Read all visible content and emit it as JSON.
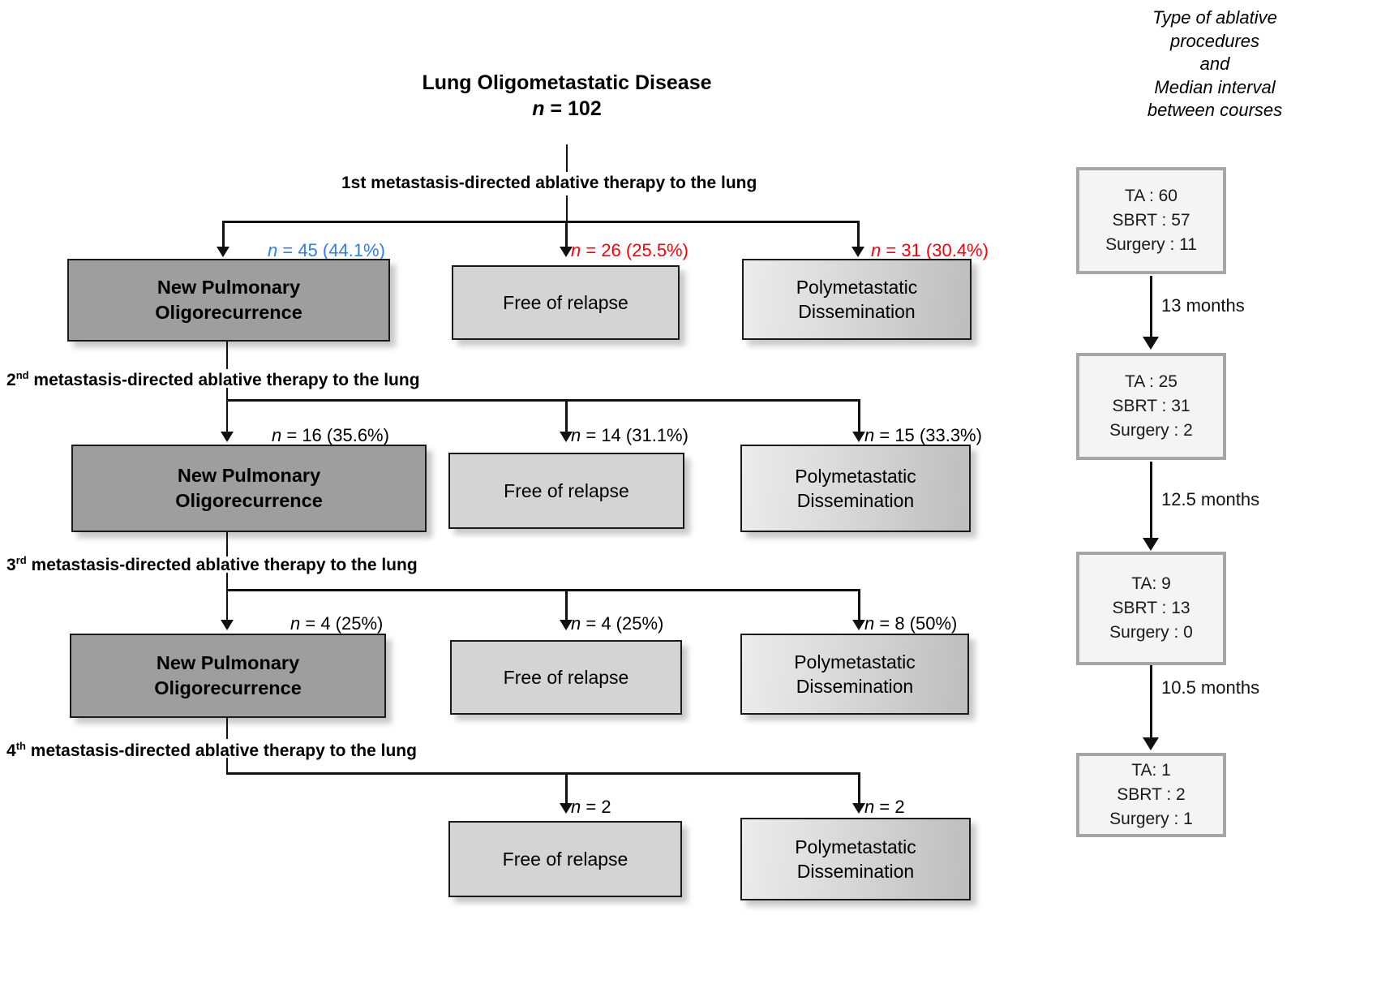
{
  "diagram": {
    "title_line1": "Lung Oligometastatic Disease",
    "title_line2_n": "n",
    "title_line2_rest": " = 102",
    "steps": [
      {
        "ordinal": "1st",
        "sup": "",
        "text": "metastasis-directed  ablative  therapy to the lung",
        "full": "1st metastasis-directed  ablative  therapy to the lung"
      },
      {
        "ordinal": "2",
        "sup": "nd",
        "text": " metastasis-directed ablative therapy to the lung",
        "full": "2nd metastasis-directed ablative therapy to the lung"
      },
      {
        "ordinal": "3",
        "sup": "rd",
        "text": " metastasis-directed ablative  therapy to the lung",
        "full": "3rd metastasis-directed ablative therapy to the lung"
      },
      {
        "ordinal": "4",
        "sup": "th",
        "text": " metastasis-directed ablative  therapy to the lung",
        "full": "4th metastasis-directed ablative therapy to the lung"
      }
    ],
    "rows": [
      {
        "row_id": "row-1",
        "labels": [
          {
            "n": "n",
            "value": " = 45 (44.1%)",
            "color": "#2f7fe8"
          },
          {
            "n": "n",
            "value": " = 26 (25.5%)",
            "color": "#fb0007"
          },
          {
            "n": "n",
            "value": " = 31 (30.4%)",
            "color": "#fb0007"
          }
        ],
        "boxes": [
          {
            "kind": "dark",
            "line1": "New Pulmonary",
            "line2": "Oligorecurrence"
          },
          {
            "kind": "light",
            "line1": "Free of relapse",
            "line2": ""
          },
          {
            "kind": "grad",
            "line1": "Polymetastatic",
            "line2": "Dissemination"
          }
        ]
      },
      {
        "row_id": "row-2",
        "labels": [
          {
            "n": "n",
            "value": " = 16 (35.6%)",
            "color": "#000000"
          },
          {
            "n": "n",
            "value": " = 14 (31.1%)",
            "color": "#000000"
          },
          {
            "n": "n",
            "value": " = 15 (33.3%)",
            "color": "#000000"
          }
        ],
        "boxes": [
          {
            "kind": "dark",
            "line1": "New Pulmonary",
            "line2": "Oligorecurrence"
          },
          {
            "kind": "light",
            "line1": "Free of relapse",
            "line2": ""
          },
          {
            "kind": "grad",
            "line1": "Polymetastatic",
            "line2": "Dissemination"
          }
        ]
      },
      {
        "row_id": "row-3",
        "labels": [
          {
            "n": "n",
            "value": " = 4 (25%)",
            "color": "#000000"
          },
          {
            "n": "n",
            "value": " = 4 (25%)",
            "color": "#000000"
          },
          {
            "n": "n",
            "value": " = 8 (50%)",
            "color": "#000000"
          }
        ],
        "boxes": [
          {
            "kind": "dark",
            "line1": "New Pulmonary",
            "line2": "Oligorecurrence"
          },
          {
            "kind": "light",
            "line1": "Free of relapse",
            "line2": ""
          },
          {
            "kind": "grad",
            "line1": "Polymetastatic",
            "line2": "Dissemination"
          }
        ]
      },
      {
        "row_id": "row-4",
        "labels": [
          {
            "n": "n",
            "value": " = 2",
            "color": "#000000"
          },
          {
            "n": "n",
            "value": " = 2",
            "color": "#000000"
          }
        ],
        "boxes": [
          {
            "kind": "light",
            "line1": "Free of relapse",
            "line2": ""
          },
          {
            "kind": "grad",
            "line1": "Polymetastatic",
            "line2": "Dissemination"
          }
        ]
      }
    ]
  },
  "panel": {
    "title_lines": [
      "Type of ablative",
      "procedures",
      "and",
      "Median interval",
      "between courses"
    ],
    "boxes": [
      {
        "ta": "TA : 60",
        "sbrt": "SBRT : 57",
        "surgery": "Surgery : 11"
      },
      {
        "ta": "TA : 25",
        "sbrt": "SBRT : 31",
        "surgery": "Surgery : 2"
      },
      {
        "ta": "TA: 9",
        "sbrt": "SBRT : 13",
        "surgery": "Surgery : 0"
      },
      {
        "ta": "TA: 1",
        "sbrt": "SBRT : 2",
        "surgery": "Surgery : 1"
      }
    ],
    "intervals": [
      "13 months",
      "12.5 months",
      "10.5 months"
    ]
  },
  "colors": {
    "blue": "#2f7fe8",
    "red": "#fb0007",
    "box_dark": "#9e9e9e",
    "box_light": "#d4d4d4",
    "panel_border": "#a6a6a6",
    "panel_fill": "#f4f4f4"
  }
}
